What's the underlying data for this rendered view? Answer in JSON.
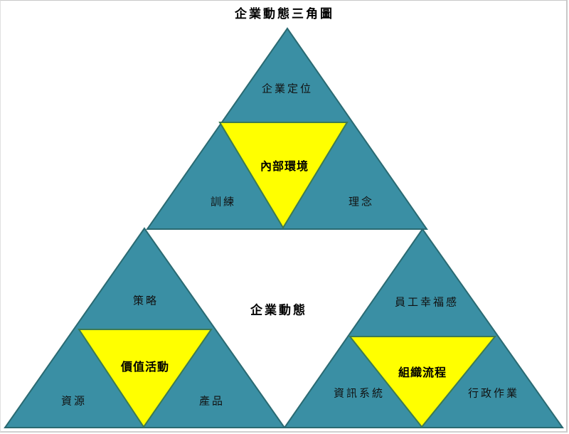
{
  "title": "企業動態三角圖",
  "center_label": "企業動態",
  "colors": {
    "outer_fill": "#3a8fa4",
    "outer_stroke": "#2a6a72",
    "inner_fill": "#ffff00",
    "inner_stroke": "#3d7a52",
    "background": "#ffffff"
  },
  "triangles": [
    {
      "name": "top",
      "core": "內部環境",
      "top": "企業定位",
      "left": "訓練",
      "right": "理念"
    },
    {
      "name": "bottom-left",
      "core": "價值活動",
      "top": "策略",
      "left": "資源",
      "right": "產品"
    },
    {
      "name": "bottom-right",
      "core": "組織流程",
      "top": "員工幸福感",
      "left": "資訊系統",
      "right": "行政作業"
    }
  ]
}
